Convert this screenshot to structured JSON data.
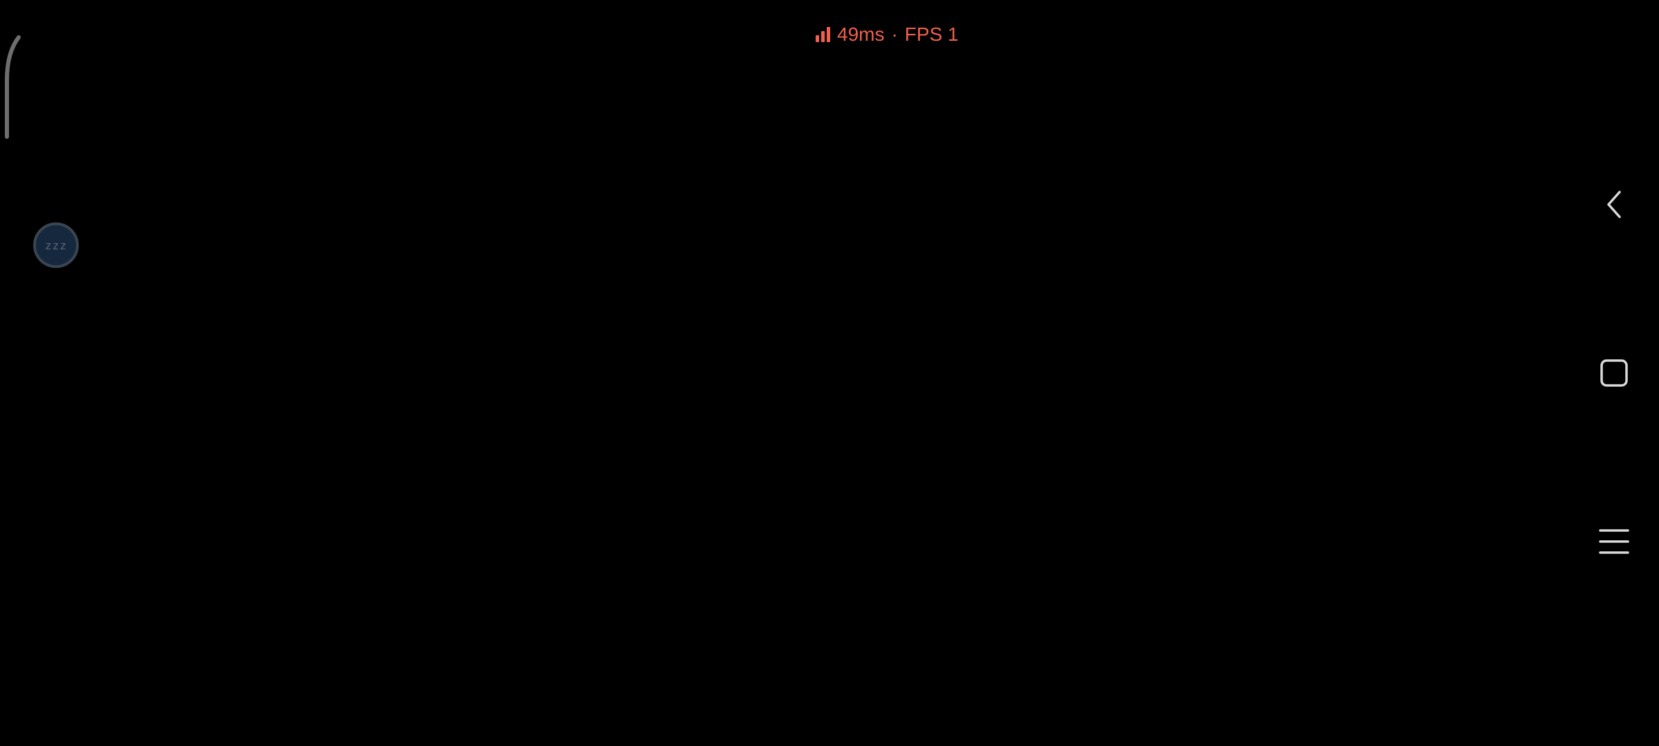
{
  "status_overlay": {
    "latency": "49ms",
    "separator": "·",
    "fps": "FPS 1",
    "color": "#f0604d",
    "icon": "signal-bars-icon"
  },
  "sleep_bubble": {
    "label": "zzz",
    "icon": "sleep-icon"
  },
  "edge_handle": {
    "icon": "edge-swipe-handle-icon"
  },
  "navigation": {
    "buttons": [
      {
        "icon": "back-chevron-icon"
      },
      {
        "icon": "home-square-icon"
      },
      {
        "icon": "menu-lines-icon"
      }
    ],
    "icon_color": "#d9d9d9"
  },
  "background_color": "#000000"
}
